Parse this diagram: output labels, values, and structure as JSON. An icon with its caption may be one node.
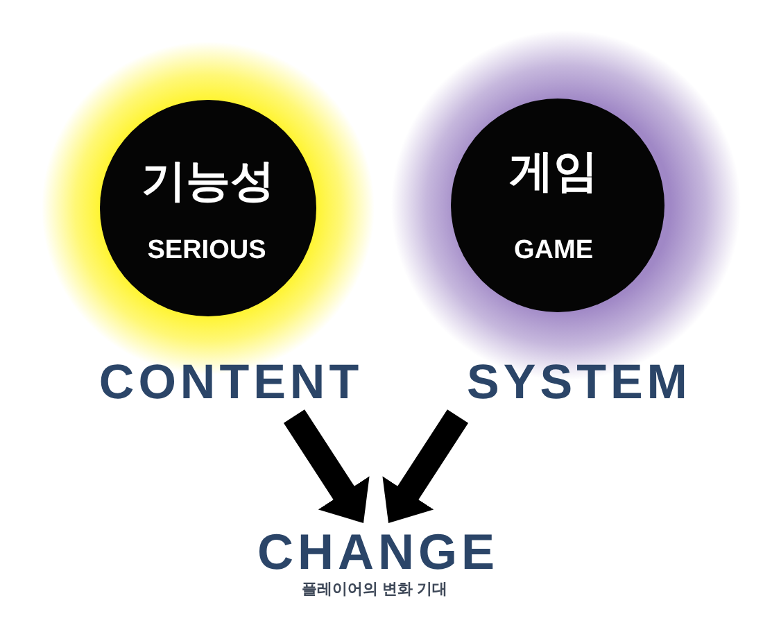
{
  "diagram": {
    "nodes": [
      {
        "text": [
          "기능성",
          "SERIOUS"
        ],
        "beside": [
          "CONTENT"
        ]
      },
      {
        "text": [
          "게임",
          "GAME"
        ],
        "beside": [
          "SYSTEM"
        ]
      },
      {
        "text": [
          "CHANGE",
          "플레이어의 변화 기대"
        ]
      }
    ],
    "edges": [
      {
        "from": 0,
        "to": 2,
        "arrow": "to"
      },
      {
        "from": 1,
        "to": 2,
        "arrow": "to"
      }
    ]
  }
}
